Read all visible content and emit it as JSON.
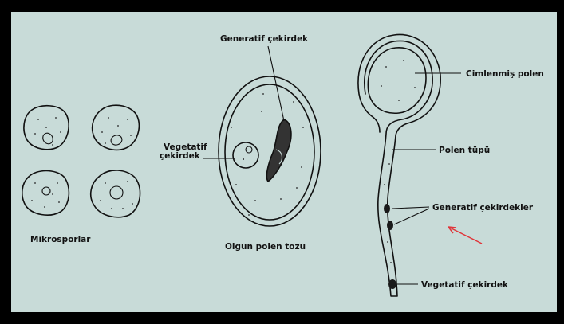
{
  "labels": {
    "mikrosporlar": "Mikrosporlar",
    "olgun_polen_tozu": "Olgun polen tozu",
    "generatif_cekirdek": "Generatif çekirdek",
    "vegetatif_cekirdek_line1": "Vegetatif",
    "vegetatif_cekirdek_line2": "çekirdek",
    "cimlenmis_polen": "Cimlenmiş polen",
    "polen_tupu": "Polen tüpü",
    "generatif_cekirdekler": "Generatif çekirdekler",
    "vegetatif_cekirdek_tube": "Vegetatif çekirdek"
  },
  "colors": {
    "background": "#c8dbd8",
    "frame": "#000000",
    "ink": "#111111",
    "pointer_arrow": "#e0353a"
  }
}
